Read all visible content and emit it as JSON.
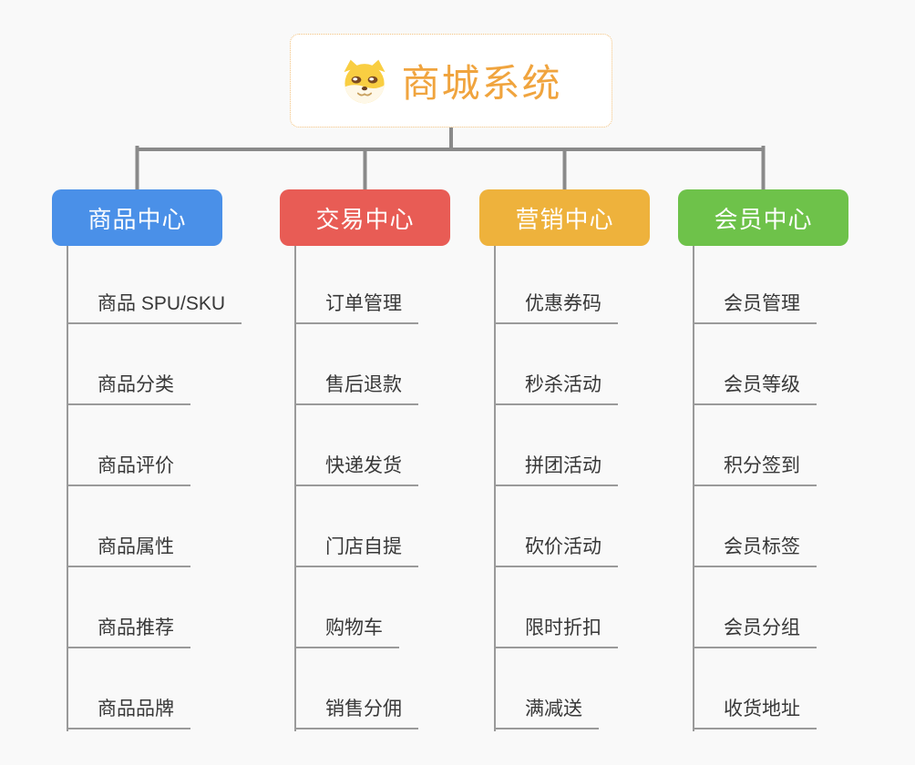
{
  "background_color": "#F9F9F9",
  "connector_color": "#8A8A8A",
  "branch_line_color": "#9A9A9A",
  "leaf_text_color": "#383838",
  "root": {
    "title": "商城系统",
    "title_color": "#F0A43E",
    "border_color": "#F2C17D",
    "icon": "dog-icon"
  },
  "branches": [
    {
      "label": "商品中心",
      "color": "#4A90E8",
      "items": [
        "商品 SPU/SKU",
        "商品分类",
        "商品评价",
        "商品属性",
        "商品推荐",
        "商品品牌"
      ]
    },
    {
      "label": "交易中心",
      "color": "#E85C55",
      "items": [
        "订单管理",
        "售后退款",
        "快递发货",
        "门店自提",
        "购物车",
        "销售分佣"
      ]
    },
    {
      "label": "营销中心",
      "color": "#EEB23C",
      "items": [
        "优惠券码",
        "秒杀活动",
        "拼团活动",
        "砍价活动",
        "限时折扣",
        "满减送"
      ]
    },
    {
      "label": "会员中心",
      "color": "#6EC24A",
      "items": [
        "会员管理",
        "会员等级",
        "积分签到",
        "会员标签",
        "会员分组",
        "收货地址"
      ]
    }
  ]
}
